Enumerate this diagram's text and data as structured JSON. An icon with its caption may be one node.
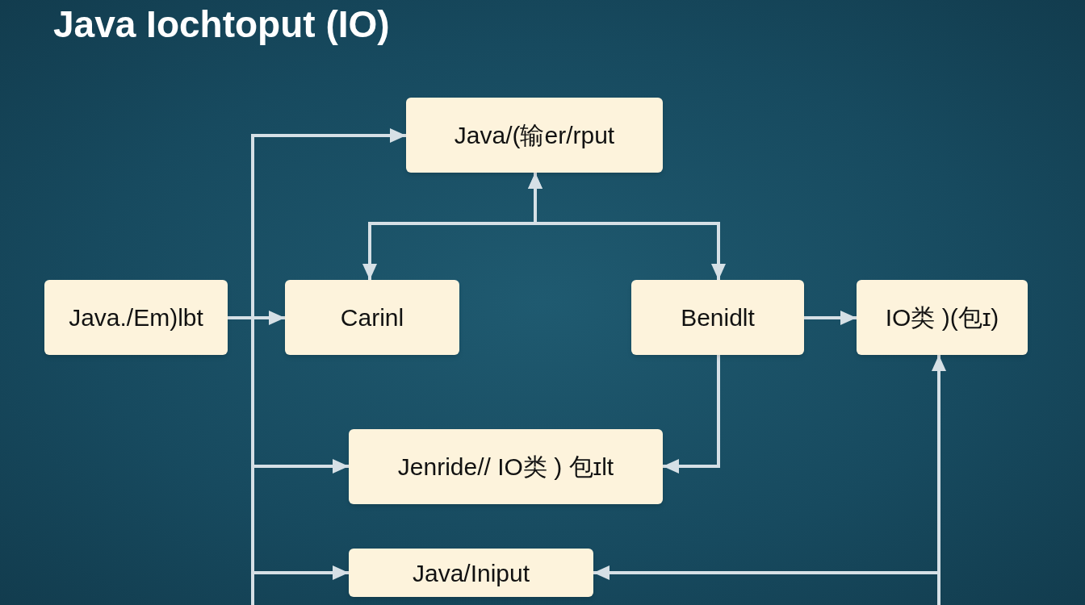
{
  "diagram": {
    "title": "Java Iochtoput (IO)",
    "nodes": [
      {
        "text": [
          "Java/(输er/rput"
        ]
      },
      {
        "text": [
          "Java./Em)lbt"
        ]
      },
      {
        "text": [
          "Carinl"
        ]
      },
      {
        "text": [
          "Benidlt"
        ]
      },
      {
        "text": [
          "IO类 )(包ɪ)"
        ]
      },
      {
        "text": [
          "Jenride// IO类 ) 包ɪlt"
        ]
      },
      {
        "text": [
          "Java/Iniput"
        ]
      }
    ],
    "edges": [
      {
        "from": null,
        "to": 0,
        "arrow": "to"
      },
      {
        "from": 1,
        "to": 2,
        "arrow": "to"
      },
      {
        "from": 0,
        "to": 2,
        "arrow": "both"
      },
      {
        "from": 0,
        "to": 3,
        "arrow": "both"
      },
      {
        "from": 3,
        "to": 4,
        "arrow": "to"
      },
      {
        "from": 3,
        "to": 5,
        "arrow": "to"
      },
      {
        "from": null,
        "to": 5,
        "arrow": "to"
      },
      {
        "from": null,
        "to": 6,
        "arrow": "to"
      },
      {
        "from": null,
        "to": 4,
        "arrow": "to"
      },
      {
        "from": null,
        "to": 6,
        "arrow": "to"
      }
    ]
  }
}
